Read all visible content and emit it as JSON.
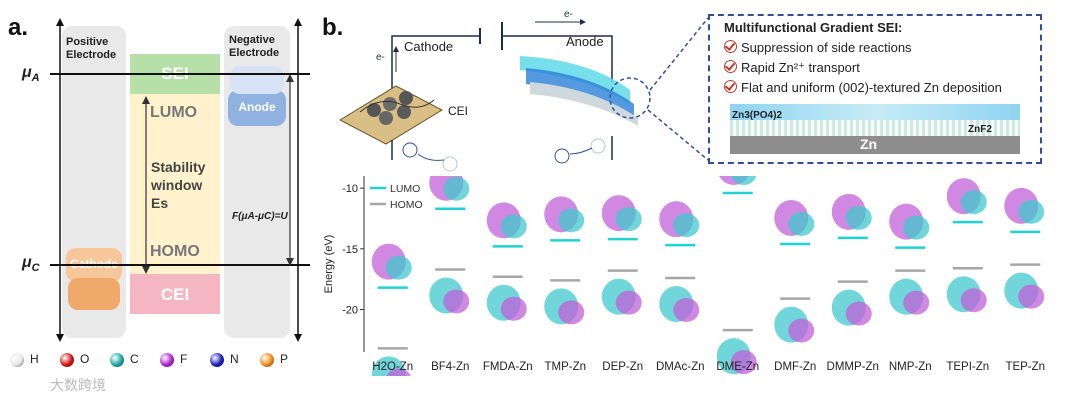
{
  "panel_a": {
    "letter": "a.",
    "positive_electrode": [
      "Positive",
      "Electrode"
    ],
    "negative_electrode": [
      "Negative",
      "Electrode"
    ],
    "mu_a": "μ",
    "mu_a_sub": "A",
    "mu_c": "μ",
    "mu_c_sub": "C",
    "sei": "SEI",
    "cei": "CEI",
    "lumo": "LUMO",
    "homo": "HOMO",
    "stability": [
      "Stability",
      "window",
      "Es"
    ],
    "anode": "Anode",
    "cathode": "Cathode",
    "formula": "F(μA-μC)=U"
  },
  "panel_b": {
    "letter": "b.",
    "cathode": "Cathode",
    "anode": "Anode",
    "cei": "CEI",
    "electron": "e-",
    "sei_box": {
      "title": "Multifunctional Gradient SEI:",
      "items": [
        "Suppression of side reactions",
        "Rapid Zn²⁺ transport",
        "Flat and uniform (002)-textured Zn deposition"
      ],
      "zn3po4": "Zn3(PO4)2",
      "znf2": "ZnF2",
      "zn": "Zn"
    }
  },
  "chart_data": {
    "type": "scatter",
    "ylabel": "Energy (eV)",
    "ylim": [
      -23.5,
      -9
    ],
    "yticks": [
      -10,
      -15,
      -20
    ],
    "categories": [
      "H2O-Zn",
      "BF4--Zn",
      "FMDA-Zn",
      "TMP-Zn",
      "DEP-Zn",
      "DMAc-Zn",
      "DME-Zn",
      "DMF-Zn",
      "DMMP-Zn",
      "NMP-Zn",
      "TEPI-Zn",
      "TEP-Zn"
    ],
    "category_labels": [
      "H2O-Zn",
      "BF4-Zn",
      "FMDA-Zn",
      "TMP-Zn",
      "DEP-Zn",
      "DMAc-Zn",
      "DME-Zn",
      "DMF-Zn",
      "DMMP-Zn",
      "NMP-Zn",
      "TEPI-Zn",
      "TEP-Zn"
    ],
    "series": [
      {
        "name": "LUMO",
        "color": "#1fd3d3",
        "values": [
          -18.2,
          -11.7,
          -14.8,
          -14.3,
          -14.2,
          -14.7,
          -10.4,
          -14.6,
          -14.1,
          -14.9,
          -12.8,
          -13.6
        ]
      },
      {
        "name": "HOMO",
        "color": "#a6a6a6",
        "values": [
          -23.2,
          -16.7,
          -17.3,
          -17.6,
          -16.8,
          -17.4,
          -21.7,
          -19.1,
          -17.7,
          -16.8,
          -16.6,
          -16.3
        ]
      }
    ],
    "legend_position": "top-left"
  },
  "atoms": [
    {
      "symbol": "H",
      "color": "#e8e8e8"
    },
    {
      "symbol": "O",
      "color": "#d01010"
    },
    {
      "symbol": "C",
      "color": "#18a6a6"
    },
    {
      "symbol": "F",
      "color": "#b020d0"
    },
    {
      "symbol": "N",
      "color": "#1a1ab8"
    },
    {
      "symbol": "P",
      "color": "#f08a1a"
    }
  ],
  "watermark": "大数跨境"
}
